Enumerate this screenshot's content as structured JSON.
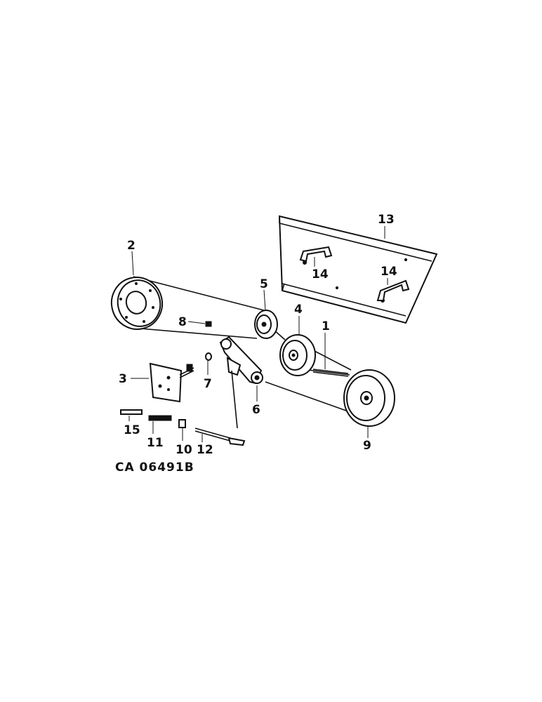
{
  "figure_code": "CA 06491B",
  "callouts": {
    "c1": "1",
    "c2": "2",
    "c3": "3",
    "c4": "4",
    "c5": "5",
    "c6": "6",
    "c7": "7",
    "c8": "8",
    "c9": "9",
    "c10": "10",
    "c11": "11",
    "c12": "12",
    "c13": "13",
    "c14a": "14",
    "c14b": "14",
    "c15": "15"
  }
}
